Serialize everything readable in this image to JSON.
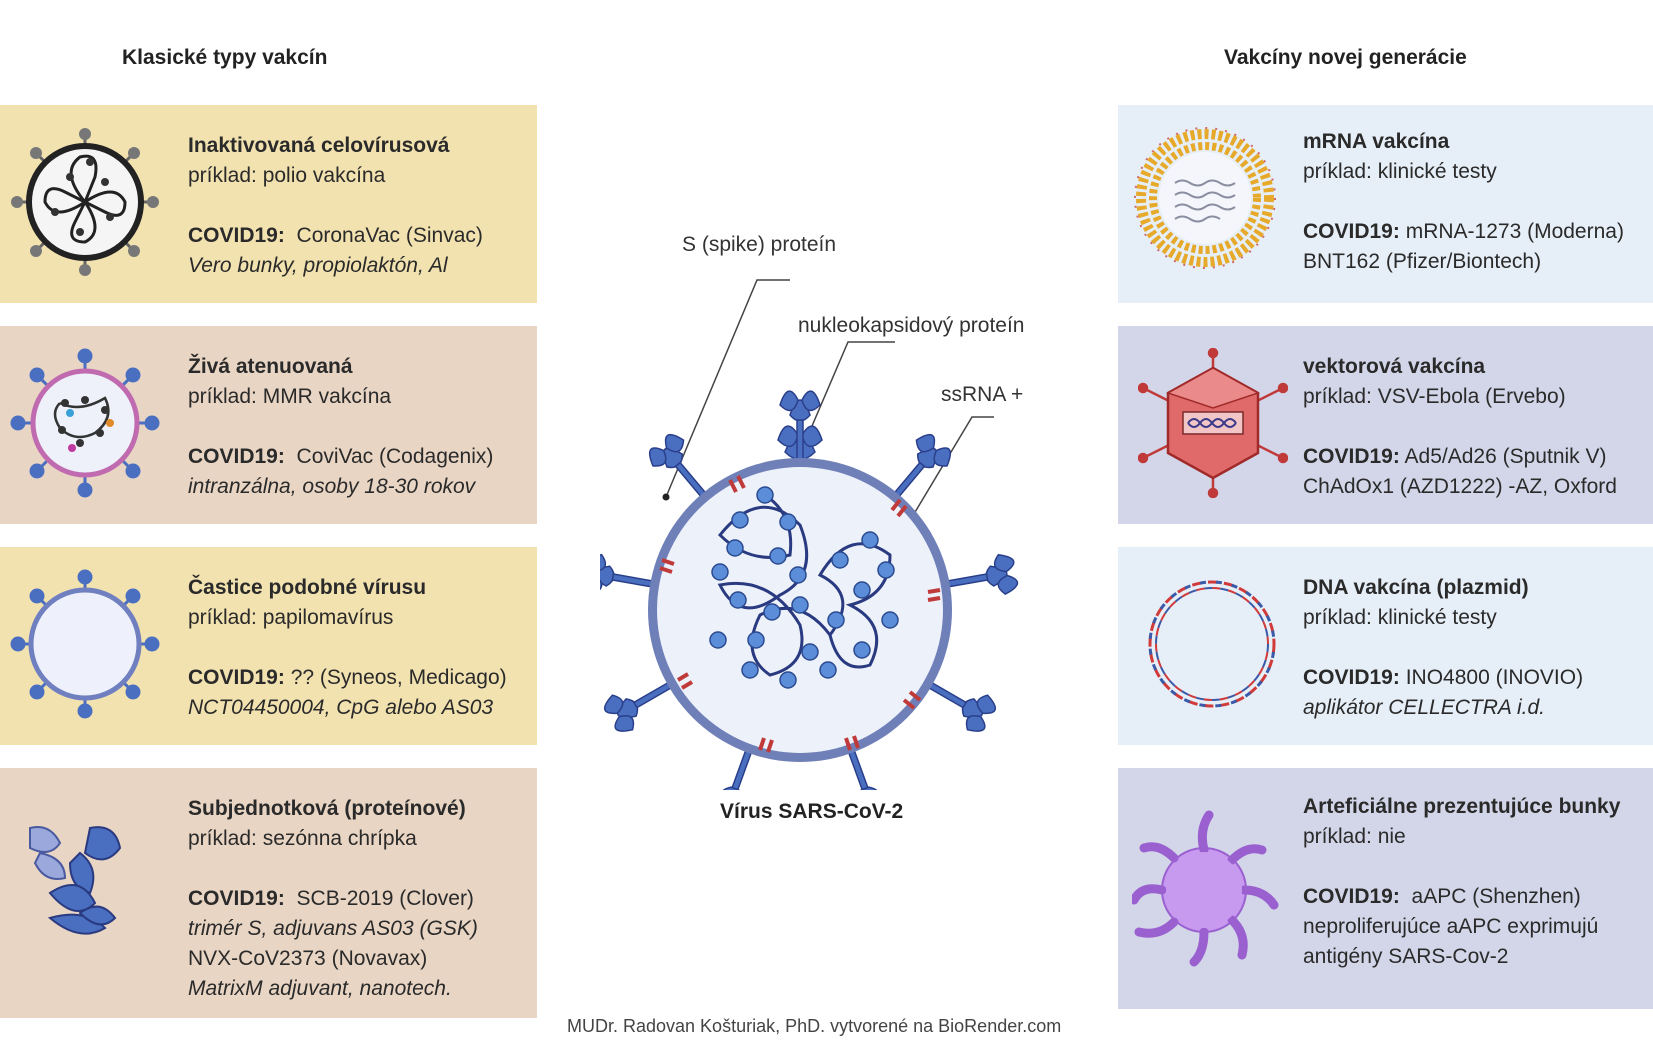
{
  "left_title": "Klasické typy vakcín",
  "right_title": "Vakcíny novej generácie",
  "left_cards": [
    {
      "title": "Inaktivovaná celovírusová",
      "example": "príklad: polio vakcína",
      "covid_label": "COVID19:",
      "covid_value": "CoronaVac (Sinvac)",
      "extra": [
        "Vero bunky, propiolaktón, Al"
      ],
      "extra_style": [
        "i"
      ]
    },
    {
      "title": "Živá atenuovaná",
      "example": "príklad: MMR vakcína",
      "covid_label": "COVID19:",
      "covid_value": "CoviVac (Codagenix)",
      "extra": [
        "intranzálna, osoby 18-30 rokov"
      ],
      "extra_style": [
        "i"
      ]
    },
    {
      "title": "Častice podobné vírusu",
      "example": "príklad: papilomavírus",
      "covid_label": "COVID19:",
      "covid_value": "?? (Syneos, Medicago)",
      "extra": [
        "NCT04450004, CpG alebo AS03"
      ],
      "extra_style": [
        "i"
      ]
    },
    {
      "title": "Subjednotková (proteínové)",
      "example": "príklad: sezónna chrípka",
      "covid_label": "COVID19:",
      "covid_value": "SCB-2019 (Clover)",
      "extra": [
        "trimér S, adjuvans AS03 (GSK)",
        "NVX-CoV2373 (Novavax)",
        "MatrixM adjuvant, nanotech."
      ],
      "extra_style": [
        "i",
        "n",
        "i"
      ]
    }
  ],
  "right_cards": [
    {
      "title": "mRNA vakcína",
      "example": "príklad:  klinické testy",
      "covid_label": "COVID19:",
      "covid_value": "mRNA-1273 (Moderna)",
      "extra": [
        "BNT162 (Pfizer/Biontech)"
      ],
      "extra_style": [
        "n"
      ]
    },
    {
      "title": "vektorová vakcína",
      "example": "príklad:  VSV-Ebola (Ervebo)",
      "covid_label": "COVID19:",
      "covid_value": "Ad5/Ad26 (Sputnik V)",
      "extra": [
        " ChAdOx1 (AZD1222) -AZ, Oxford"
      ],
      "extra_style": [
        "n"
      ]
    },
    {
      "title": "DNA vakcína (plazmid)",
      "example": "príklad:  klinické testy",
      "covid_label": "COVID19:",
      "covid_value": "INO4800 (INOVIO)",
      "extra": [
        " aplikátor CELLECTRA i.d."
      ],
      "extra_style": [
        "i"
      ]
    },
    {
      "title": "Arteficiálne prezentujúce bunky",
      "example": "príklad:  nie",
      "covid_label": "COVID19:",
      "covid_value": "aAPC (Shenzhen)",
      "extra": [
        "neproliferujúce aAPC exprimujú",
        "antigény SARS-Cov-2"
      ],
      "extra_style": [
        "n",
        "n"
      ]
    }
  ],
  "virus": {
    "title": "Vírus SARS-CoV-2",
    "label_spike": "S (spike) proteín",
    "label_nucleo": "nukleokapsidový  proteín",
    "label_rna": "ssRNA +"
  },
  "footer": "MUDr. Radovan Košturiak, PhD.  vytvorené na BioRender.com",
  "colors": {
    "yellow": "#f2e2b0",
    "tan": "#e8d5c4",
    "light_blue": "#e6eef7",
    "lavender": "#d3d6e8",
    "virus_blue": "#4a6fc0"
  }
}
